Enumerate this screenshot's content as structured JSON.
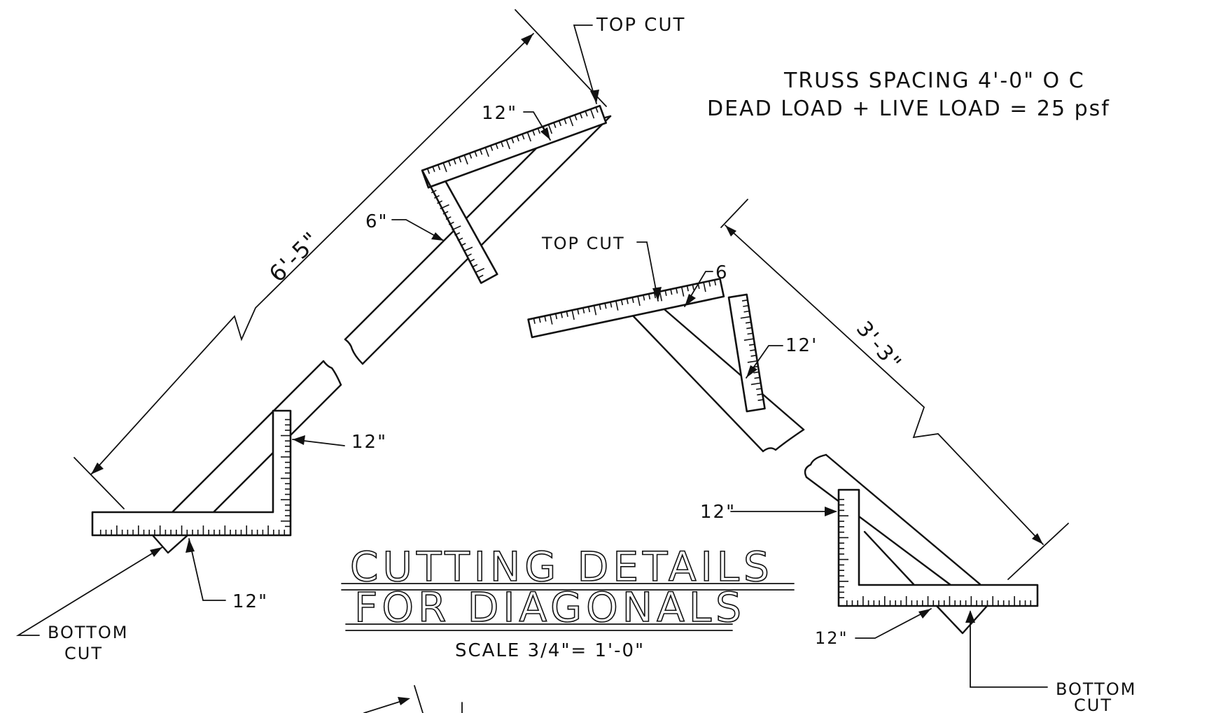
{
  "notes": {
    "spacing": "TRUSS SPACING 4'-0\" O C",
    "load": "DEAD LOAD + LIVE LOAD = 25 psf"
  },
  "title": {
    "line1": "CUTTING DETAILS",
    "line2": "FOR DIAGONALS",
    "scale": "SCALE 3/4\"= 1'-0\""
  },
  "left_detail": {
    "top_cut": "TOP CUT",
    "top_square_12": "12\"",
    "top_square_6": "6\"",
    "length": "6'-5\"",
    "bottom_square_vertical_12": "12\"",
    "bottom_square_horizontal_12": "12\"",
    "bottom_cut": [
      "BOTTOM",
      "CUT"
    ]
  },
  "right_detail": {
    "top_cut": "TOP CUT",
    "top_square_6": "6",
    "top_square_12": "12'",
    "length": "3'-3\"",
    "bottom_square_vertical_12": "12\"",
    "bottom_square_horizontal_12": "12\"",
    "bottom_cut": [
      "BOTTOM",
      "CUT"
    ]
  }
}
